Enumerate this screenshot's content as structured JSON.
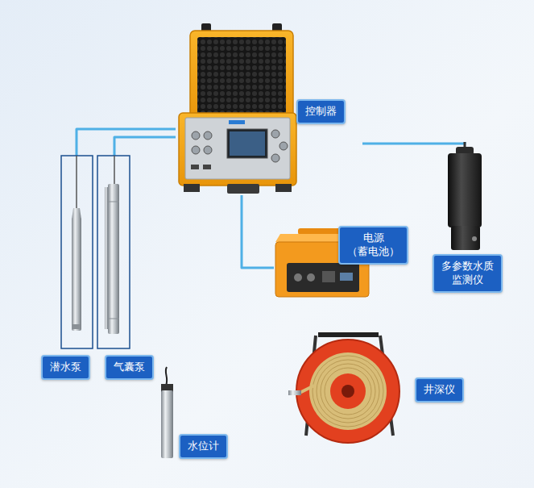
{
  "diagram": {
    "nodes": [
      {
        "text": [
          "控制器"
        ]
      },
      {
        "text": [
          "潜水泵"
        ]
      },
      {
        "text": [
          "气囊泵"
        ]
      },
      {
        "text": [
          "电源 （蓄电池）"
        ]
      },
      {
        "text": [
          "多参数水质 监测仪"
        ]
      },
      {
        "text": [
          "井深仪"
        ]
      },
      {
        "text": [
          "水位计"
        ]
      }
    ],
    "edges": [
      {
        "from": 0,
        "to": 1,
        "arrow": "none"
      },
      {
        "from": 0,
        "to": 2,
        "arrow": "none"
      },
      {
        "from": 0,
        "to": 3,
        "arrow": "none"
      },
      {
        "from": 0,
        "to": 4,
        "arrow": "none"
      }
    ]
  }
}
